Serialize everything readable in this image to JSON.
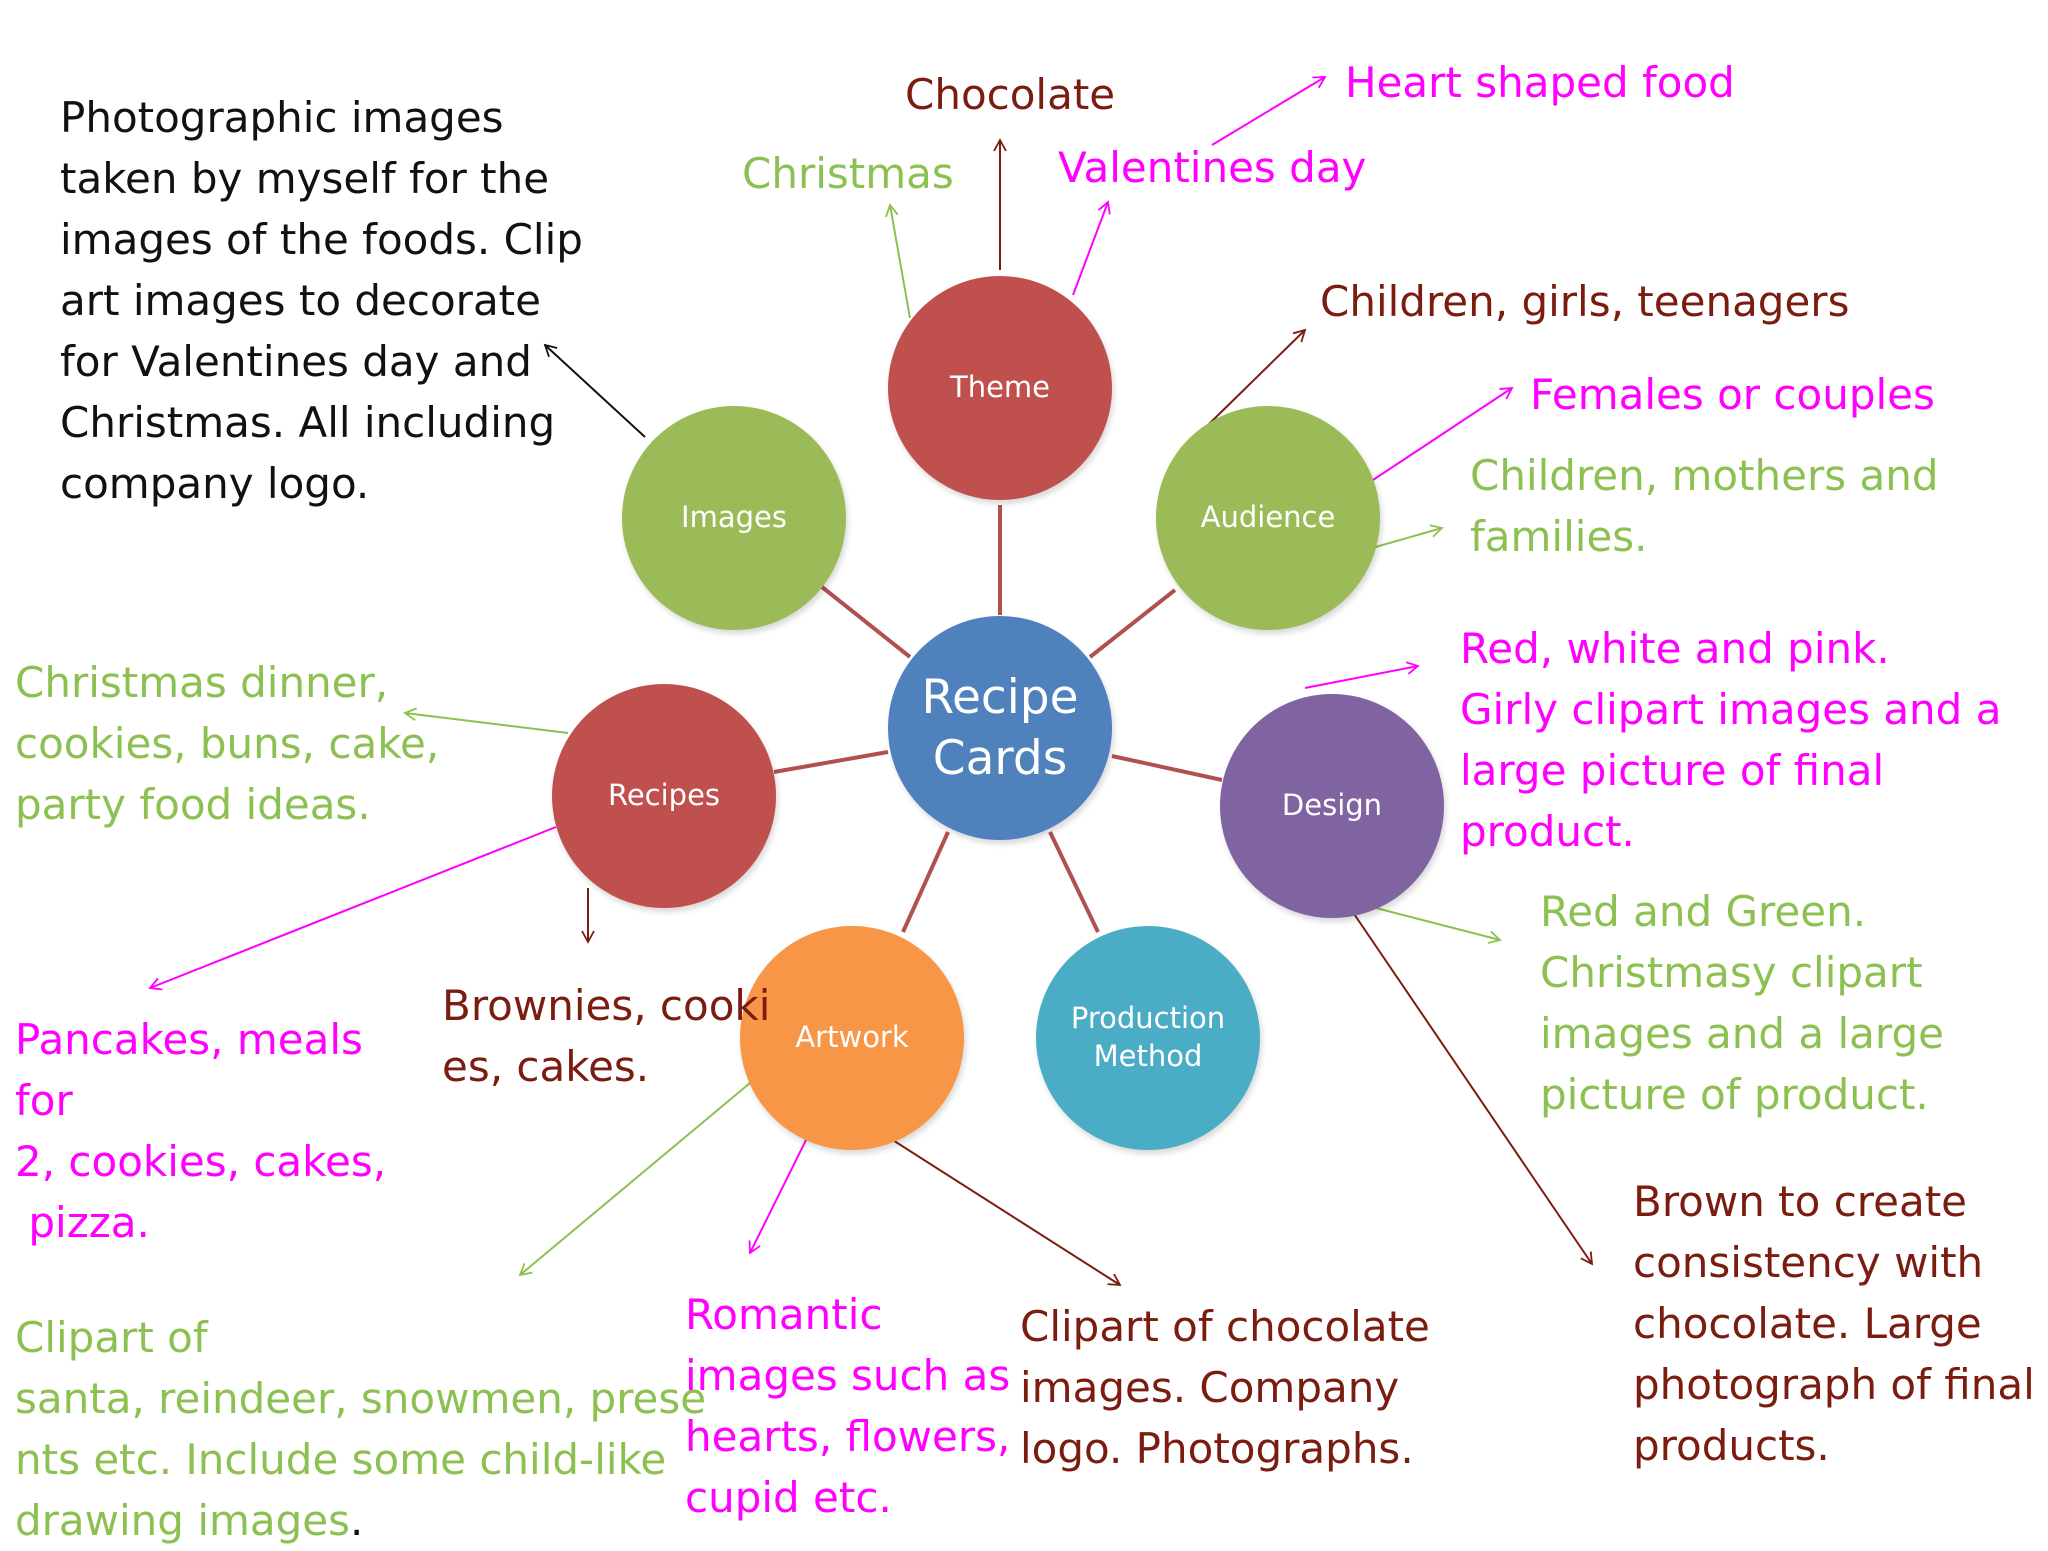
{
  "colors": {
    "theme_node": "#c0504d",
    "images_node": "#9bbb59",
    "audience_node": "#9bbb59",
    "recipes_node": "#c0504d",
    "center_node": "#4f81bd",
    "design_node": "#8064a2",
    "artwork_node": "#f79646",
    "production_node": "#4bacc6",
    "connector": "#b05050",
    "annotation_green": "#8cc152",
    "annotation_pink": "#ff00ff",
    "annotation_brown": "#7a1c10",
    "annotation_black": "#111111"
  },
  "nodes": {
    "center": "Recipe\nCards",
    "theme": "Theme",
    "images": "Images",
    "audience": "Audience",
    "recipes": "Recipes",
    "design": "Design",
    "artwork": "Artwork",
    "production": "Production\nMethod"
  },
  "annotations": {
    "images_note": "Photographic images\ntaken by myself for the\nimages of the foods. Clip\nart images to decorate\nfor Valentines day and\nChristmas. All including\ncompany logo.",
    "theme_chocolate": "Chocolate",
    "theme_christmas": "Christmas",
    "theme_valentines": "Valentines day",
    "heart_shaped_food": "Heart shaped food",
    "audience_children_girls": "Children, girls, teenagers",
    "audience_females": "Females or couples",
    "audience_children_mothers": "Children, mothers and\nfamilies.",
    "design_valentines": "Red, white and pink.\nGirly clipart images and a\nlarge picture of final\nproduct.",
    "design_christmas": "Red and Green.\nChristmasy clipart\nimages and a large\npicture of product.",
    "design_chocolate": "Brown to create\nconsistency with\nchocolate. Large\nphotograph of final\nproducts.",
    "recipes_christmas": "Christmas dinner,\ncookies, buns, cake,\nparty food ideas.",
    "recipes_valentines": "Pancakes, meals\nfor\n2, cookies, cakes,\n pizza.",
    "recipes_chocolate": "Brownies, cooki\nes, cakes.",
    "artwork_christmas": "Clipart of\nsanta, reindeer, snowmen, prese\nnts etc. Include some child-like\ndrawing images",
    "artwork_christmas_period": ".",
    "artwork_valentines": "Romantic\nimages such as\nhearts, flowers,\ncupid etc.",
    "artwork_chocolate": "Clipart of chocolate\nimages. Company\nlogo. Photographs."
  }
}
